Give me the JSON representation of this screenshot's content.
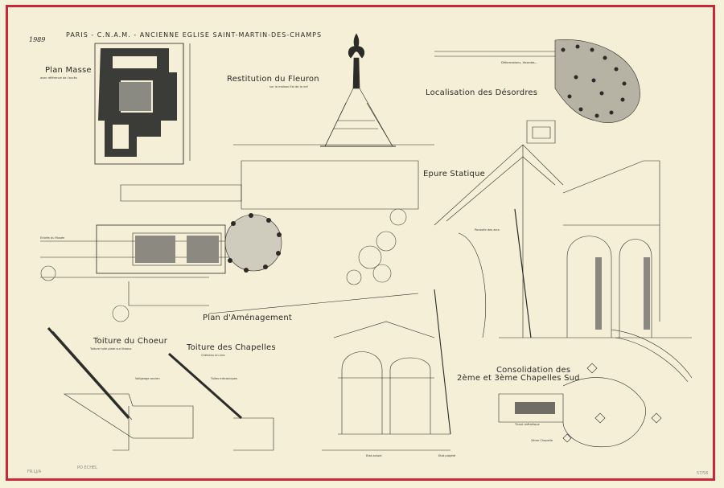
{
  "sheet": {
    "header": "PARIS - C.N.A.M. - ANCIENNE EGLISE SAINT-MARTIN-DES-CHAMPS",
    "signature": "1989",
    "pencil_ref_left": "FR.LJ/A",
    "pencil_ref_bottom": "PO ECHEL",
    "pencil_ref_right": "57/56"
  },
  "titles": {
    "plan_masse": "Plan Masse",
    "fleuron": "Restitution du Fleuron",
    "desordres": "Localisation des Désordres",
    "epure": "Epure Statique",
    "amenagement": "Plan d'Aménagement",
    "toiture_choeur": "Toiture du Choeur",
    "toiture_chapelles": "Toiture des Chapelles",
    "consolidation_1": "Consolidation des",
    "consolidation_2": "2ème et 3ème Chapelles Sud"
  },
  "annotations": {
    "plan_masse_note": "avec référence de l'accès",
    "fleuron_note": "sur la maison Est de la nef",
    "entree": "Entrée du Musée",
    "desordres_note": "Déformations, lézardes...",
    "choeur_1": "Toiture tuile plate sur liteaux",
    "choeur_2": "Voligeage ancien",
    "chapelles_1": "Chéneau en zinc",
    "chapelles_2": "Tuiles mécaniques",
    "chapelle_label": "2ème Chapelle",
    "epure_note": "Poussée des arcs",
    "consol_note": "Tirant métallique",
    "bottom_note_1": "Etat actuel",
    "bottom_note_2": "Etat projeté"
  }
}
